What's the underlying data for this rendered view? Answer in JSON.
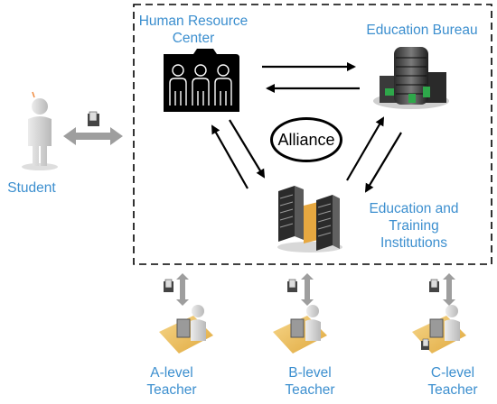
{
  "nodes": {
    "hr_center": [
      "Human Resource",
      "Center"
    ],
    "education_bureau": [
      "Education Bureau"
    ],
    "institutions": [
      "Education and",
      "Training",
      "Institutions"
    ],
    "alliance": "Alliance",
    "student": "Student",
    "teachers": [
      [
        "A-level",
        "Teacher"
      ],
      [
        "B-level",
        "Teacher"
      ],
      [
        "C-level",
        "Teacher"
      ]
    ]
  },
  "icons": [
    "people-folder-icon",
    "office-building-icon",
    "server-rack-icon",
    "person-icon",
    "document-icon",
    "teacher-at-desk-icon",
    "double-arrow-icon"
  ],
  "colors": {
    "label": "#3c8fcf",
    "arrow": "#000000",
    "frame": "#000000",
    "double_arrow": "#9e9e9e"
  }
}
